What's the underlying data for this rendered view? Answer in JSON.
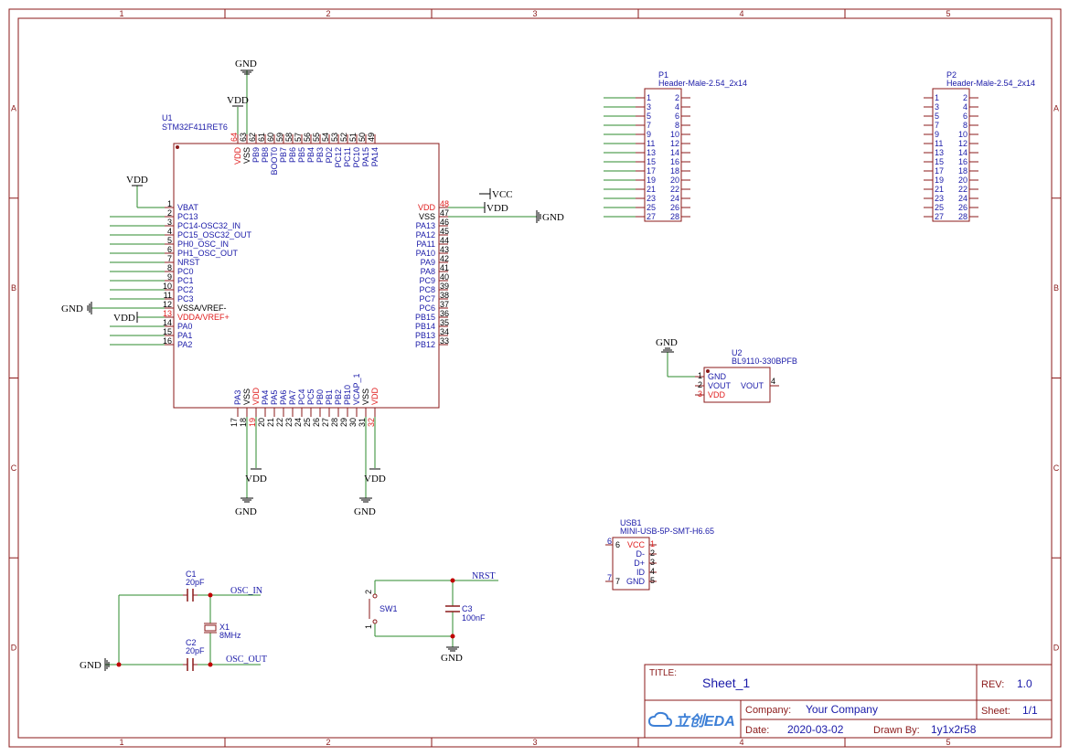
{
  "frame": {
    "columns": [
      "1",
      "2",
      "3",
      "4",
      "5"
    ],
    "rows": [
      "A",
      "B",
      "C",
      "D"
    ]
  },
  "u1": {
    "ref": "U1",
    "value": "STM32F411RET6",
    "left_pins": [
      {
        "num": "1",
        "name": "VBAT",
        "power": false
      },
      {
        "num": "2",
        "name": "PC13",
        "power": false
      },
      {
        "num": "3",
        "name": "PC14-OSC32_IN",
        "power": false
      },
      {
        "num": "4",
        "name": "PC15_OSC32_OUT",
        "power": false
      },
      {
        "num": "5",
        "name": "PH0_OSC_IN",
        "power": false
      },
      {
        "num": "6",
        "name": "PH1_OSC_OUT",
        "power": false
      },
      {
        "num": "7",
        "name": "NRST",
        "power": false
      },
      {
        "num": "8",
        "name": "PC0",
        "power": false
      },
      {
        "num": "9",
        "name": "PC1",
        "power": false
      },
      {
        "num": "10",
        "name": "PC2",
        "power": false
      },
      {
        "num": "11",
        "name": "PC3",
        "power": false
      },
      {
        "num": "12",
        "name": "VSSA/VREF-",
        "power": "gnd"
      },
      {
        "num": "13",
        "name": "VDDA/VREF+",
        "power": true
      },
      {
        "num": "14",
        "name": "PA0",
        "power": false
      },
      {
        "num": "15",
        "name": "PA1",
        "power": false
      },
      {
        "num": "16",
        "name": "PA2",
        "power": false
      }
    ],
    "right_pins": [
      {
        "num": "48",
        "name": "VDD",
        "power": true
      },
      {
        "num": "47",
        "name": "VSS",
        "power": "gnd"
      },
      {
        "num": "46",
        "name": "PA13",
        "power": false
      },
      {
        "num": "45",
        "name": "PA12",
        "power": false
      },
      {
        "num": "44",
        "name": "PA11",
        "power": false
      },
      {
        "num": "43",
        "name": "PA10",
        "power": false
      },
      {
        "num": "42",
        "name": "PA9",
        "power": false
      },
      {
        "num": "41",
        "name": "PA8",
        "power": false
      },
      {
        "num": "40",
        "name": "PC9",
        "power": false
      },
      {
        "num": "39",
        "name": "PC8",
        "power": false
      },
      {
        "num": "38",
        "name": "PC7",
        "power": false
      },
      {
        "num": "37",
        "name": "PC6",
        "power": false
      },
      {
        "num": "36",
        "name": "PB15",
        "power": false
      },
      {
        "num": "35",
        "name": "PB14",
        "power": false
      },
      {
        "num": "34",
        "name": "PB13",
        "power": false
      },
      {
        "num": "33",
        "name": "PB12",
        "power": false
      }
    ],
    "top_pins": [
      {
        "num": "64",
        "name": "VDD",
        "power": true
      },
      {
        "num": "63",
        "name": "VSS",
        "power": "gnd"
      },
      {
        "num": "62",
        "name": "PB9",
        "power": false
      },
      {
        "num": "61",
        "name": "PB8",
        "power": false
      },
      {
        "num": "60",
        "name": "BOOT0",
        "power": false
      },
      {
        "num": "59",
        "name": "PB7",
        "power": false
      },
      {
        "num": "58",
        "name": "PB6",
        "power": false
      },
      {
        "num": "57",
        "name": "PB5",
        "power": false
      },
      {
        "num": "56",
        "name": "PB4",
        "power": false
      },
      {
        "num": "55",
        "name": "PB3",
        "power": false
      },
      {
        "num": "54",
        "name": "PD2",
        "power": false
      },
      {
        "num": "53",
        "name": "PC12",
        "power": false
      },
      {
        "num": "52",
        "name": "PC11",
        "power": false
      },
      {
        "num": "51",
        "name": "PC10",
        "power": false
      },
      {
        "num": "50",
        "name": "PA15",
        "power": false
      },
      {
        "num": "49",
        "name": "PA14",
        "power": false
      }
    ],
    "bottom_pins": [
      {
        "num": "17",
        "name": "PA3",
        "power": false
      },
      {
        "num": "18",
        "name": "VSS",
        "power": "gnd"
      },
      {
        "num": "19",
        "name": "VDD",
        "power": true
      },
      {
        "num": "20",
        "name": "PA4",
        "power": false
      },
      {
        "num": "21",
        "name": "PA5",
        "power": false
      },
      {
        "num": "22",
        "name": "PA6",
        "power": false
      },
      {
        "num": "23",
        "name": "PA7",
        "power": false
      },
      {
        "num": "24",
        "name": "PC4",
        "power": false
      },
      {
        "num": "25",
        "name": "PC5",
        "power": false
      },
      {
        "num": "26",
        "name": "PB0",
        "power": false
      },
      {
        "num": "27",
        "name": "PB1",
        "power": false
      },
      {
        "num": "28",
        "name": "PB2",
        "power": false
      },
      {
        "num": "29",
        "name": "PB10",
        "power": false
      },
      {
        "num": "30",
        "name": "VCAP_1",
        "power": false
      },
      {
        "num": "31",
        "name": "VSS",
        "power": "gnd"
      },
      {
        "num": "32",
        "name": "VDD",
        "power": true
      }
    ]
  },
  "p1": {
    "ref": "P1",
    "value": "Header-Male-2.54_2x14",
    "left_nums": [
      "1",
      "3",
      "5",
      "7",
      "9",
      "11",
      "13",
      "15",
      "17",
      "19",
      "21",
      "23",
      "25",
      "27"
    ],
    "right_nums": [
      "2",
      "4",
      "6",
      "8",
      "10",
      "12",
      "14",
      "16",
      "18",
      "20",
      "22",
      "24",
      "26",
      "28"
    ]
  },
  "p2": {
    "ref": "P2",
    "value": "Header-Male-2.54_2x14",
    "left_nums": [
      "1",
      "3",
      "5",
      "7",
      "9",
      "11",
      "13",
      "15",
      "17",
      "19",
      "21",
      "23",
      "25",
      "27"
    ],
    "right_nums": [
      "2",
      "4",
      "6",
      "8",
      "10",
      "12",
      "14",
      "16",
      "18",
      "20",
      "22",
      "24",
      "26",
      "28"
    ]
  },
  "u2": {
    "ref": "U2",
    "value": "BL9110-330BPFB",
    "pins": [
      {
        "num": "1",
        "name": "GND",
        "power": false
      },
      {
        "num": "2",
        "name": "VOUT",
        "power": false
      },
      {
        "num": "3",
        "name": "VDD",
        "power": true
      }
    ],
    "right_pin": {
      "num": "4",
      "name": "VOUT"
    }
  },
  "usb1": {
    "ref": "USB1",
    "value": "MINI-USB-5P-SMT-H6.65",
    "pins": [
      {
        "num": "1",
        "name": "VCC",
        "power": true
      },
      {
        "num": "2",
        "name": "D-",
        "power": false
      },
      {
        "num": "3",
        "name": "D+",
        "power": false
      },
      {
        "num": "4",
        "name": "ID",
        "power": false
      },
      {
        "num": "5",
        "name": "GND",
        "power": false
      }
    ],
    "left_pins": [
      {
        "num": "6",
        "label": "6"
      },
      {
        "num": "7",
        "label": "7"
      }
    ]
  },
  "passives": {
    "c1": {
      "ref": "C1",
      "value": "20pF"
    },
    "c2": {
      "ref": "C2",
      "value": "20pF"
    },
    "c3": {
      "ref": "C3",
      "value": "100nF"
    },
    "x1": {
      "ref": "X1",
      "value": "8MHz"
    },
    "sw1": {
      "ref": "SW1",
      "pin1": "1",
      "pin2": "2"
    }
  },
  "nets": {
    "gnd": "GND",
    "vdd": "VDD",
    "vcc": "VCC",
    "osc_in": "OSC_IN",
    "osc_out": "OSC_OUT",
    "nrst": "NRST"
  },
  "title_block": {
    "title_label": "TITLE:",
    "title": "Sheet_1",
    "rev_label": "REV:",
    "rev": "1.0",
    "company_label": "Company:",
    "company": "Your Company",
    "sheet_label": "Sheet:",
    "sheet": "1/1",
    "date_label": "Date:",
    "date": "2020-03-02",
    "drawn_label": "Drawn By:",
    "drawn_by": "1y1x2r58",
    "logo_text": "立创EDA"
  },
  "colors": {
    "border": "#8b1a1a",
    "wire": "#2e8b2e",
    "pin_name": "#1a1aa8",
    "power_pin": "#e02020",
    "power_symbol": "#000000"
  }
}
